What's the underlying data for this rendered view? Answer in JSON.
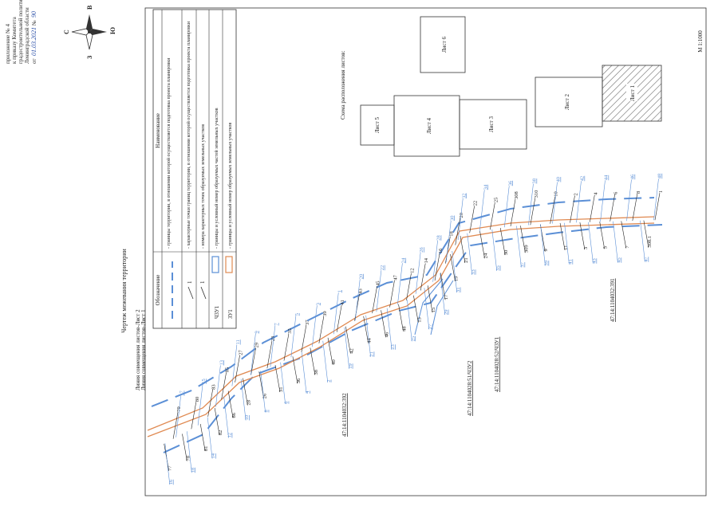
{
  "header": {
    "appendix": "приложение № 4",
    "order_to": "к приказу Комитета",
    "committee": "градостроительной политики",
    "region": "Ленинградской области",
    "date_prefix": "от",
    "date_value": "01.03.2021",
    "number_prefix": "№",
    "number_value": "90"
  },
  "compass": {
    "north": "С",
    "south": "Ю",
    "east": "В",
    "west": "З"
  },
  "drawing_title": "Чертеж межевания территории",
  "match_lines": {
    "line1": "Линия совмещения листов-Лист 2",
    "line2": "Линия совмещения листов-Лист 1"
  },
  "legend": {
    "col_symbol": "Обозначение",
    "col_name": "Наименование",
    "rows": [
      {
        "symbol": "dashed-blue-line",
        "text": "- границы территории, в отношении которой осуществляется подготовка проекта планировки"
      },
      {
        "symbol": "point-label",
        "label": "1",
        "text": "- характерные точки границ территории, в отношении которой осуществляется подготовка проекта планировки"
      },
      {
        "symbol": "point-label",
        "label": "1",
        "text": "- номера характерных точек образуемых земельных участков"
      },
      {
        "symbol": "blue-parcel",
        "label": "ЧЗУ1",
        "text": "- границы и условный номер образуемых частей земельных участков"
      },
      {
        "symbol": "orange-parcel",
        "label": "ЗУ1",
        "text": "- границы и условный номер образуемых земельных участков"
      }
    ]
  },
  "scheme": {
    "title": "Схема расположения листов:",
    "sheets": [
      "Лист 1",
      "Лист 2",
      "Лист 3",
      "Лист 4",
      "Лист 5",
      "Лист 6"
    ]
  },
  "scale": "М 1:1000",
  "parcel_codes": [
    "47:14:1104032:392",
    "47:14:1104028:51/ЧЗУ2",
    "47:14:1104028:52/ЧЗУ1",
    "47:14:1104032:391"
  ],
  "points_black": [
    "77",
    "79",
    "78",
    "80",
    "81",
    "83",
    "82",
    "85",
    "86",
    "27",
    "28",
    "29",
    "26",
    "23",
    "31",
    "35",
    "36",
    "37",
    "38",
    "39",
    "40",
    "41",
    "42",
    "43",
    "44",
    "45",
    "46",
    "47",
    "48",
    "12",
    "13",
    "14",
    "15",
    "16",
    "17",
    "18",
    "19",
    "20",
    "21",
    "22",
    "24",
    "25",
    "30",
    "308",
    "309",
    "310",
    "9",
    "10",
    "11",
    "2",
    "3",
    "4",
    "5",
    "6",
    "7",
    "8",
    "308.1",
    "1"
  ],
  "points_blue": [
    "16",
    "17",
    "18",
    "15",
    "14",
    "13",
    "12",
    "11",
    "10",
    "9",
    "8",
    "7",
    "6",
    "5",
    "4",
    "3",
    "2",
    "1",
    "19",
    "20",
    "21",
    "22",
    "23",
    "24",
    "25",
    "26",
    "27",
    "28",
    "29",
    "30",
    "31",
    "32",
    "33",
    "34",
    "35",
    "36",
    "37",
    "38",
    "39",
    "40",
    "41",
    "42",
    "43",
    "44",
    "45",
    "46",
    "47",
    "48"
  ],
  "colors": {
    "boundary_blue": "#5b8fd6",
    "parcel_orange": "#e08a52",
    "hatch": "#555555",
    "ink": "#222222"
  }
}
